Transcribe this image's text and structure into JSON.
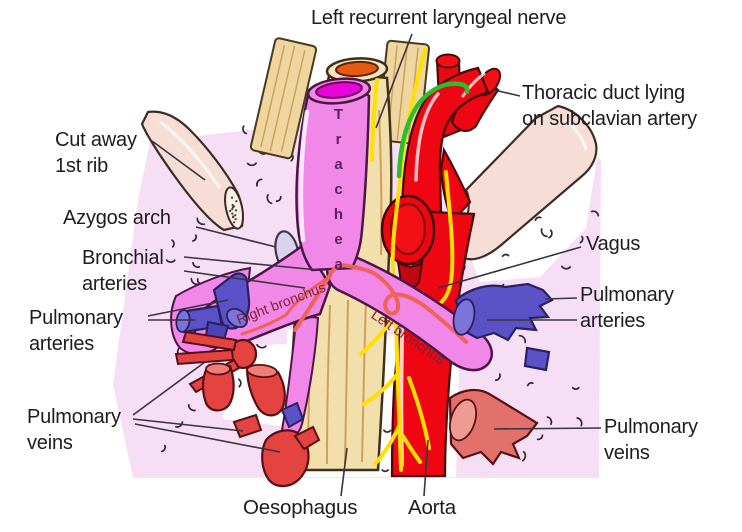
{
  "colors": {
    "lung_surface": "#f6dff4",
    "trachea": "#f187e6",
    "trachea_opening": "#e805da",
    "oesophagus": "#f3dfac",
    "oesophagus_opening": "#e55a10",
    "aorta": "#ee0712",
    "vagus_nerve": "#ffdf00",
    "thoracic_duct": "#2bc02b",
    "pulmonary_artery": "#5a52c6",
    "pulmonary_vein": "#e5433f",
    "pulmonary_vein_right": "#e2716c",
    "azygos": "#d9d3ea",
    "bronchial_artery": "#ee6257",
    "rib": "#f6ded6",
    "muscle": "#efd6a0",
    "label_text": "#1f1b20"
  },
  "labels": {
    "left_recurrent_laryngeal_nerve": "Left recurrent laryngeal nerve",
    "thoracic_duct": [
      "Thoracic duct lying",
      "on subclavian artery"
    ],
    "cut_away_rib": [
      "Cut away",
      "1st rib"
    ],
    "azygos_arch": "Azygos arch",
    "bronchial_arteries": [
      "Bronchial",
      "arteries"
    ],
    "pulmonary_arteries_left": [
      "Pulmonary",
      "arteries"
    ],
    "pulmonary_veins_left": [
      "Pulmonary",
      "veins"
    ],
    "vagus": "Vagus",
    "pulmonary_arteries_right": [
      "Pulmonary",
      "arteries"
    ],
    "pulmonary_veins_right": [
      "Pulmonary",
      "veins"
    ],
    "oesophagus": "Oesophagus",
    "aorta": "Aorta",
    "trachea": "Trachea",
    "right_bronchus": "Right bronchus",
    "left_bronchus": "Left bronchus"
  }
}
